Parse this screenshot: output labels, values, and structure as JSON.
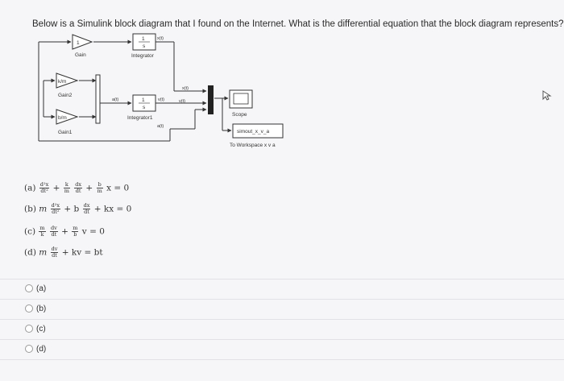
{
  "question": {
    "text": "Below is a Simulink block diagram that I found on the Internet. What is the differential equation that the block diagram represents?"
  },
  "diagram": {
    "blocks": {
      "gain": {
        "symbol": "1",
        "name": "Gain"
      },
      "gain2": {
        "symbol": "k/m",
        "name": "Gain2"
      },
      "gain1": {
        "symbol": "b/m",
        "name": "Gain1"
      },
      "integrator": {
        "num": "1",
        "den": "s",
        "name": "Integrator"
      },
      "integrator1": {
        "num": "1",
        "den": "s",
        "name": "Integrator1"
      },
      "scope": {
        "name": "Scope"
      },
      "to_workspace": {
        "var": "simout_x_v_a",
        "name": "To Workspace x v a"
      }
    },
    "signals": {
      "x_top": "x(t)",
      "a_in": "a(t)",
      "v_out": "v(t)",
      "x_mux": "x(t)",
      "v_mux": "v(t)",
      "a_bottom": "a(t)"
    }
  },
  "options": {
    "a": {
      "label": "(a)",
      "t1n": "d²x",
      "t1d": "dt²",
      "op1": "+",
      "t2n": "k",
      "t2d": "m",
      "t3n": "dx",
      "t3d": "dt",
      "op2": "+",
      "t4n": "b",
      "t4d": "m",
      "tail": "x = 0"
    },
    "b": {
      "label": "(b)",
      "m": "m",
      "t1n": "d²x",
      "t1d": "dt²",
      "mid": "+ b",
      "t2n": "dx",
      "t2d": "dt",
      "tail": "+ kx = 0"
    },
    "c": {
      "label": "(c)",
      "t1n": "m",
      "t1d": "k",
      "t2n": "dv",
      "t2d": "dt",
      "op1": "+",
      "t3n": "m",
      "t3d": "b",
      "tail": "v = 0"
    },
    "d": {
      "label": "(d)",
      "m": "m",
      "t1n": "dv",
      "t1d": "dt",
      "tail": "+ kv = bt"
    }
  },
  "choices": [
    {
      "label": "(a)"
    },
    {
      "label": "(b)"
    },
    {
      "label": "(c)"
    },
    {
      "label": "(d)"
    }
  ]
}
